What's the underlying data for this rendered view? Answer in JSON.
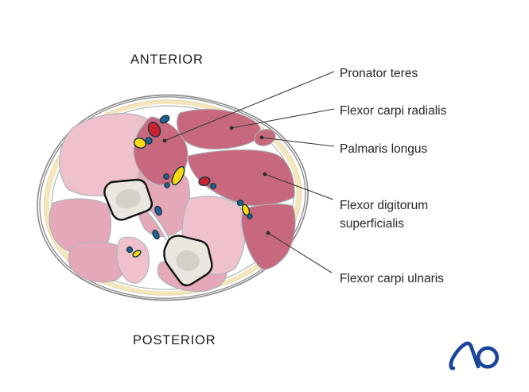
{
  "figure": {
    "orientation_top": "ANTERIOR",
    "orientation_bottom": "POSTERIOR",
    "annotations": [
      {
        "label": "Pronator teres"
      },
      {
        "label": "Flexor carpi radialis"
      },
      {
        "label": "Palmaris longus"
      },
      {
        "label": "Flexor digitorum superficialis"
      },
      {
        "label": "Flexor carpi ulnaris"
      }
    ],
    "logo_text": "AO",
    "colors": {
      "muscle_dark": "#c7687e",
      "muscle_medium": "#e5a8b9",
      "muscle_light": "#eec1cc",
      "fat": "#f4e6bd",
      "fat_edge": "#e3cf9d",
      "skin_line": "#8f8f8f",
      "fascia_line": "#a9b5b9",
      "bone": "#eae7e1",
      "bone_inner": "#d4d0c8",
      "bone_outline": "#121212",
      "artery": "#ce2130",
      "vein": "#1d6493",
      "nerve": "#fbd90c",
      "logo_blue": "#1b449b",
      "label_text": "#262626"
    }
  }
}
